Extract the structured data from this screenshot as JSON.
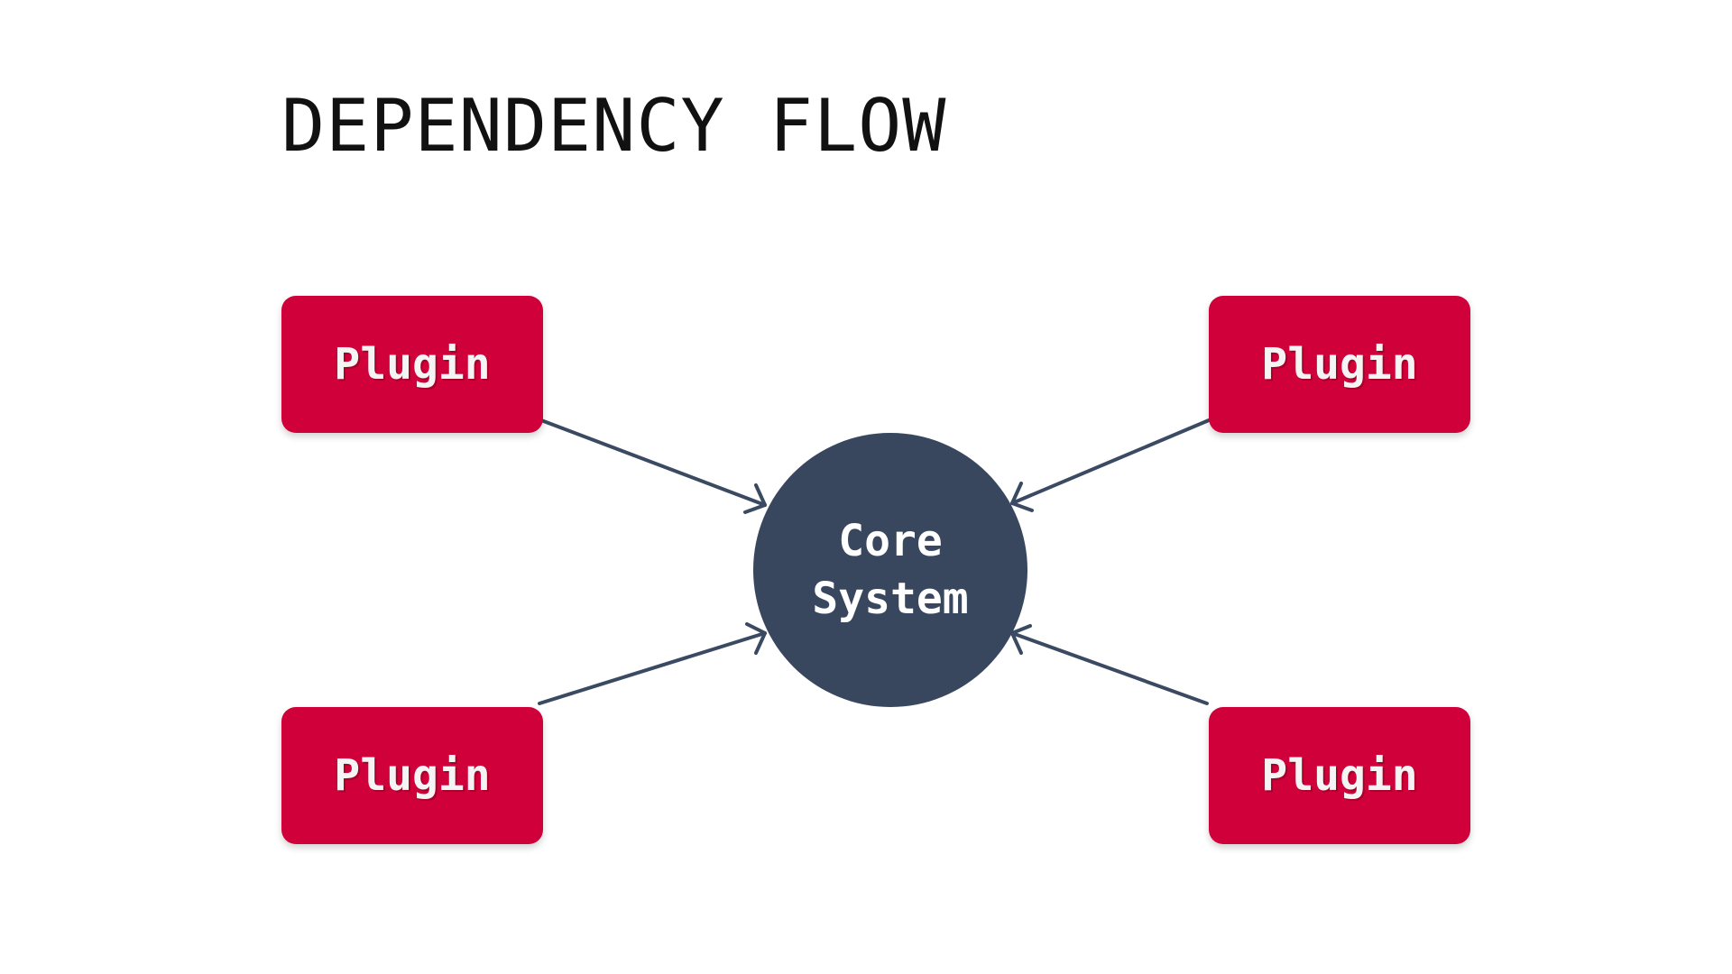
{
  "title": "DEPENDENCY FLOW",
  "nodes": {
    "plugin_top_left": "Plugin",
    "plugin_top_right": "Plugin",
    "plugin_bottom_left": "Plugin",
    "plugin_bottom_right": "Plugin",
    "core_line1": "Core",
    "core_line2": "System"
  },
  "colors": {
    "plugin_fill": "#d0003a",
    "core_fill": "#38475e",
    "arrow": "#3a4a63",
    "title_text": "#111111"
  }
}
